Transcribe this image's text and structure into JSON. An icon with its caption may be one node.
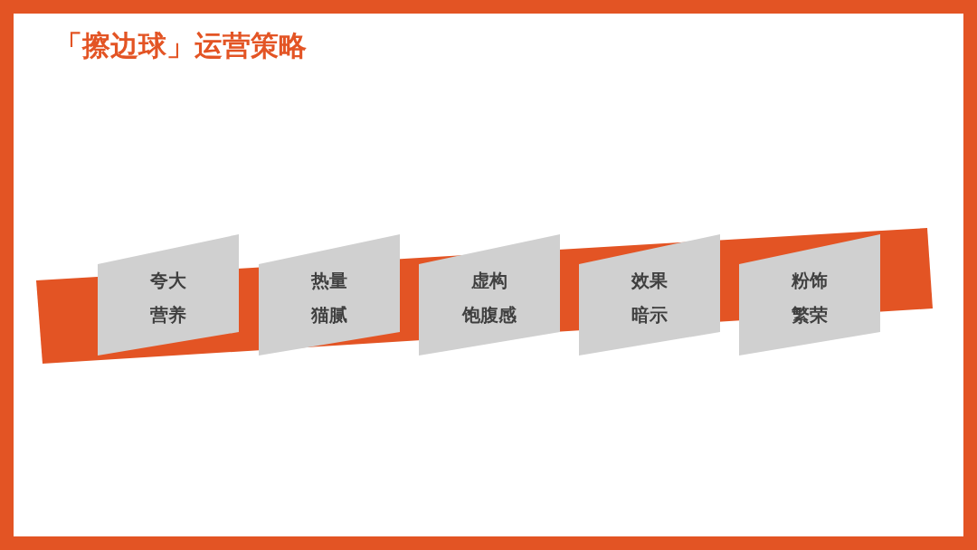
{
  "diagram": {
    "title": "「擦边球」运营策略",
    "nodes": [
      {
        "text": [
          "夸大",
          "营养"
        ]
      },
      {
        "text": [
          "热量",
          "猫腻"
        ]
      },
      {
        "text": [
          "虚构",
          "饱腹感"
        ]
      },
      {
        "text": [
          "效果",
          "暗示"
        ]
      },
      {
        "text": [
          "粉饰",
          "繁荣"
        ]
      }
    ]
  }
}
